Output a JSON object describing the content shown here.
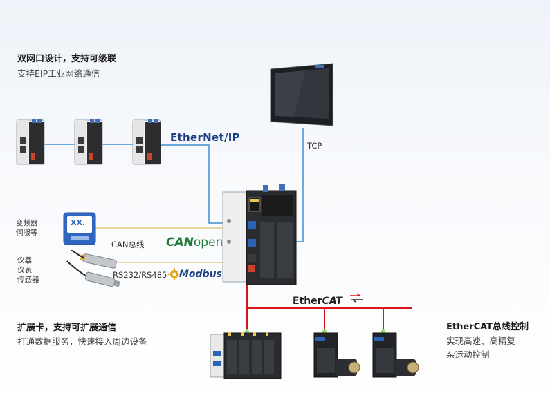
{
  "left_top": {
    "heading": "双网口设计，支持可级联",
    "sub": "支持EIP工业网络通信"
  },
  "left_bottom": {
    "heading": "扩展卡，支持可扩展通信",
    "sub": "打通数据服务，快速接入周边设备"
  },
  "right_bottom": {
    "heading": "EtherCAT总线控制",
    "sub_line1": "实现高速、高精复",
    "sub_line2": "杂运动控制"
  },
  "devices": {
    "inverter_label_1": "变频器",
    "inverter_label_2": "伺服等",
    "sensor_label_1": "仪器",
    "sensor_label_2": "仪表",
    "sensor_label_3": "传感器",
    "meter_display": "XX."
  },
  "links": {
    "tcp": "TCP",
    "can": "CAN总线",
    "serial": "RS232/RS485"
  },
  "logos": {
    "ethernet_ip": "EtherNet/IP",
    "canopen_can": "CAN",
    "canopen_open": "open",
    "modbus": "Modbus",
    "ethercat_ether": "Ether",
    "ethercat_cat": "CAT"
  },
  "colors": {
    "ethernet_line": "#3f8fd0",
    "can_line": "#e8c98a",
    "ethercat_line": "#d9151b"
  }
}
